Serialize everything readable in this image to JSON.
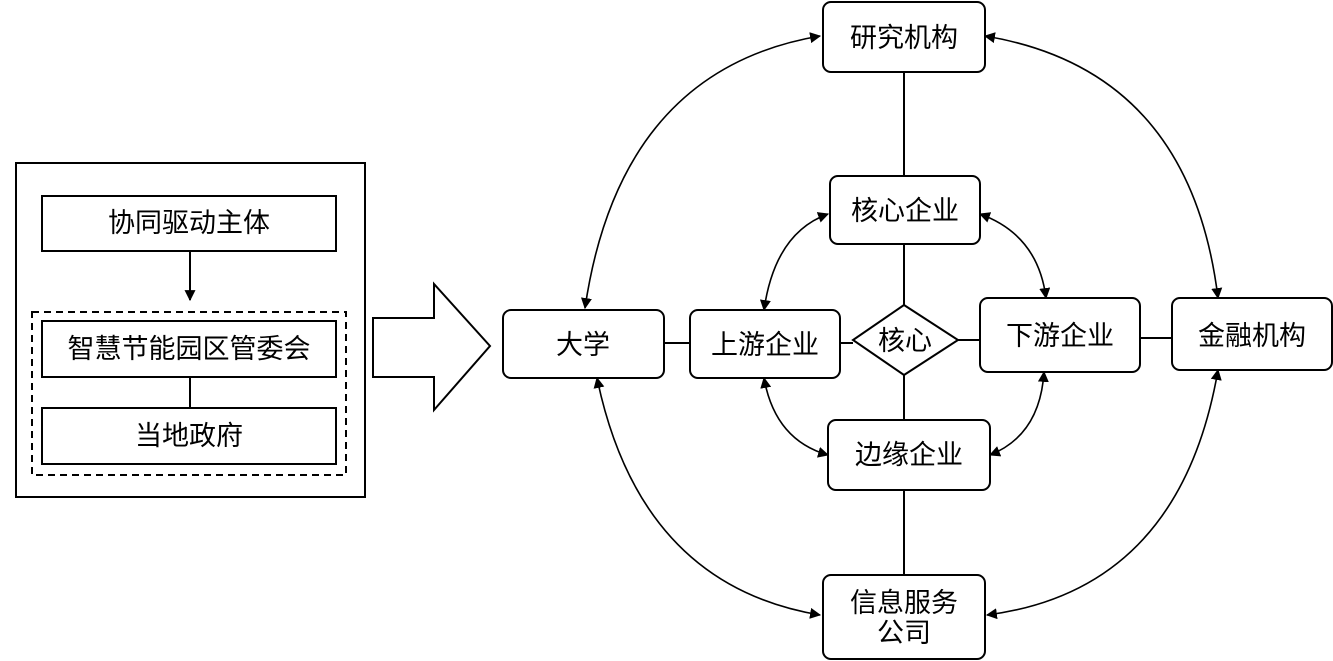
{
  "left_panel": {
    "title": "协同驱动主体",
    "committee": "智慧节能园区管委会",
    "government": "当地政府"
  },
  "nodes": {
    "research": "研究机构",
    "core_enterprise": "核心企业",
    "university": "大学",
    "upstream": "上游企业",
    "core": "核心",
    "downstream": "下游企业",
    "finance": "金融机构",
    "edge_enterprise": "边缘企业",
    "info_service_line1": "信息服务",
    "info_service_line2": "公司"
  }
}
